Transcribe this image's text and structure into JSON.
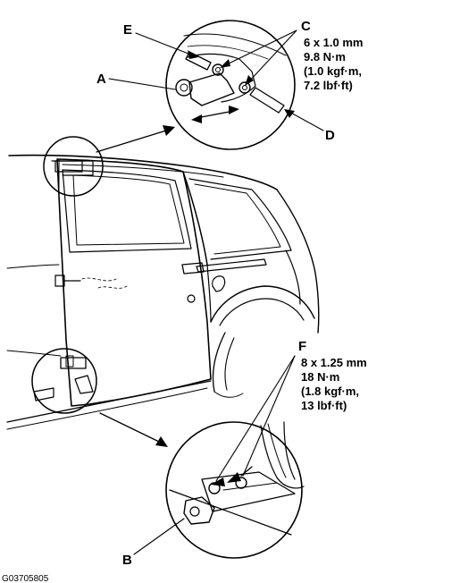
{
  "labels": {
    "a": "A",
    "b": "B",
    "c": "C",
    "d": "D",
    "e": "E",
    "f": "F"
  },
  "specs": {
    "upper": [
      "6 x 1.0 mm",
      "9.8 N·m",
      "(1.0 kgf·m,",
      "7.2 lbf·ft)"
    ],
    "lower": [
      "8 x 1.25 mm",
      "18 N·m",
      "(1.8 kgf·m,",
      "13 lbf·ft)"
    ]
  },
  "figure_code": "G03705805"
}
